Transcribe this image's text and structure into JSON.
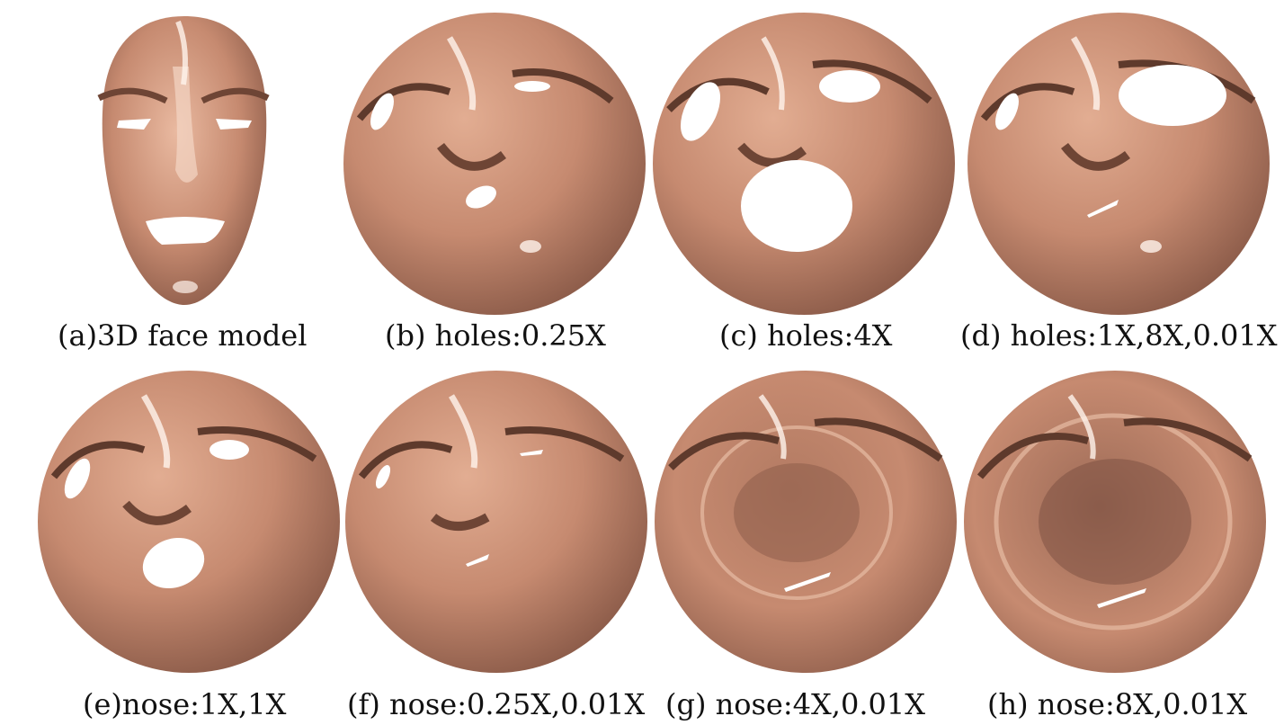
{
  "figure": {
    "panels": [
      {
        "id": "a",
        "caption": "(a)3D face model"
      },
      {
        "id": "b",
        "caption": "(b) holes:0.25X"
      },
      {
        "id": "c",
        "caption": "(c) holes:4X"
      },
      {
        "id": "d",
        "caption": "(d) holes:1X,8X,0.01X"
      },
      {
        "id": "e",
        "caption": "(e)nose:1X,1X"
      },
      {
        "id": "f",
        "caption": "(f) nose:0.25X,0.01X"
      },
      {
        "id": "g",
        "caption": "(g) nose:4X,0.01X"
      },
      {
        "id": "h",
        "caption": "(h) nose:8X,0.01X"
      }
    ]
  },
  "colors": {
    "skin_light": "#e2ad92",
    "skin_mid": "#c68a70",
    "skin_dark": "#8a5a48",
    "highlight": "#fff4ec",
    "hole": "#ffffff"
  }
}
